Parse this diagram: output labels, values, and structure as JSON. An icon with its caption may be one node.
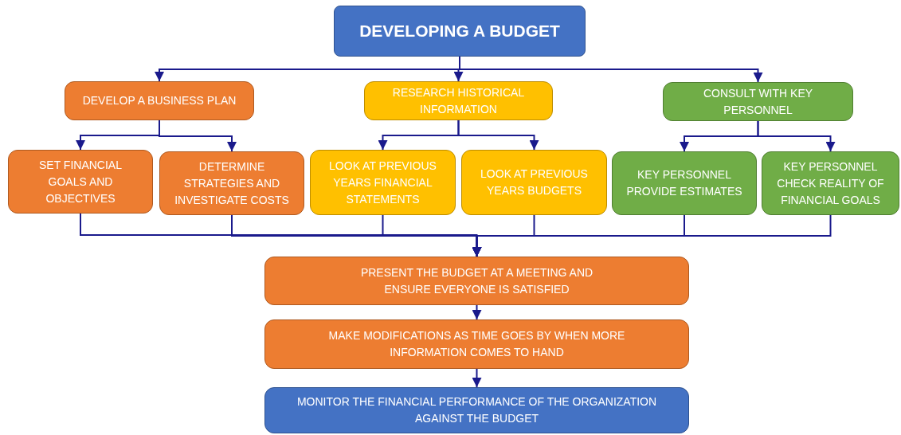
{
  "diagram": {
    "nodes": [
      {
        "text": [
          "DEVELOPING A BUDGET"
        ]
      },
      {
        "text": [
          "DEVELOP A BUSINESS PLAN"
        ]
      },
      {
        "text": [
          "RESEARCH HISTORICAL INFORMATION"
        ]
      },
      {
        "text": [
          "CONSULT WITH KEY PERSONNEL"
        ]
      },
      {
        "text": [
          "SET FINANCIAL GOALS AND OBJECTIVES"
        ]
      },
      {
        "text": [
          "DETERMINE STRATEGIES AND INVESTIGATE COSTS"
        ]
      },
      {
        "text": [
          "LOOK AT PREVIOUS YEARS FINANCIAL STATEMENTS"
        ]
      },
      {
        "text": [
          "LOOK AT PREVIOUS YEARS BUDGETS"
        ]
      },
      {
        "text": [
          "KEY PERSONNEL PROVIDE ESTIMATES"
        ]
      },
      {
        "text": [
          "KEY PERSONNEL CHECK REALITY OF FINANCIAL GOALS"
        ]
      },
      {
        "text": [
          "PRESENT THE BUDGET AT A MEETING AND ENSURE EVERYONE IS SATISFIED"
        ]
      },
      {
        "text": [
          "MAKE MODIFICATIONS AS TIME GOES BY WHEN MORE INFORMATION COMES TO HAND"
        ]
      },
      {
        "text": [
          "MONITOR THE FINANCIAL PERFORMANCE OF THE ORGANIZATION AGAINST THE BUDGET"
        ]
      }
    ],
    "edges": [
      {
        "from": 0,
        "to": 1,
        "arrow": "to"
      },
      {
        "from": 0,
        "to": 2,
        "arrow": "to"
      },
      {
        "from": 0,
        "to": 3,
        "arrow": "to"
      },
      {
        "from": 1,
        "to": 4,
        "arrow": "to"
      },
      {
        "from": 1,
        "to": 5,
        "arrow": "to"
      },
      {
        "from": 2,
        "to": 6,
        "arrow": "to"
      },
      {
        "from": 2,
        "to": 7,
        "arrow": "to"
      },
      {
        "from": 3,
        "to": 8,
        "arrow": "to"
      },
      {
        "from": 3,
        "to": 9,
        "arrow": "to"
      },
      {
        "from": 4,
        "to": 10,
        "arrow": "to"
      },
      {
        "from": 5,
        "to": 10,
        "arrow": "to"
      },
      {
        "from": 6,
        "to": 10,
        "arrow": "to"
      },
      {
        "from": 7,
        "to": 10,
        "arrow": "to"
      },
      {
        "from": 8,
        "to": 10,
        "arrow": "to"
      },
      {
        "from": 9,
        "to": 10,
        "arrow": "to"
      },
      {
        "from": 10,
        "to": 11,
        "arrow": "to"
      },
      {
        "from": 11,
        "to": 12,
        "arrow": "to"
      }
    ]
  }
}
